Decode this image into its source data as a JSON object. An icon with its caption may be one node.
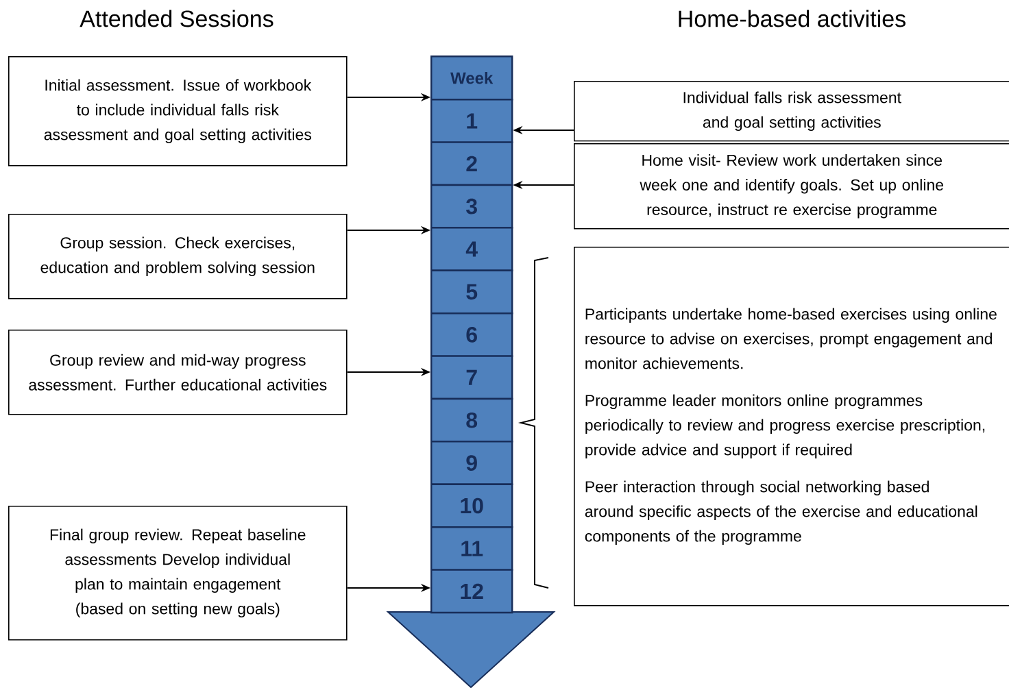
{
  "diagram": {
    "nodes": [
      {
        "text": [
          "Week"
        ]
      },
      {
        "text": [
          "1"
        ]
      },
      {
        "text": [
          "2"
        ]
      },
      {
        "text": [
          "3"
        ]
      },
      {
        "text": [
          "4"
        ]
      },
      {
        "text": [
          "5"
        ]
      },
      {
        "text": [
          "6"
        ]
      },
      {
        "text": [
          "7"
        ]
      },
      {
        "text": [
          "8"
        ]
      },
      {
        "text": [
          "9"
        ]
      },
      {
        "text": [
          "10"
        ]
      },
      {
        "text": [
          "11"
        ]
      },
      {
        "text": [
          "12"
        ]
      },
      {
        "text": [
          "Initial assessment. Issue of workbook to include individual falls risk assessment and goal setting activities"
        ]
      },
      {
        "text": [
          "Group session. Check exercises, education and problem solving session"
        ]
      },
      {
        "text": [
          "Group review and mid-way progress assessment. Further educational activities"
        ]
      },
      {
        "text": [
          "Final group review. Repeat baseline assessments Develop individual plan to maintain engagement (based on setting new goals)"
        ]
      },
      {
        "text": [
          "Individual falls risk assessment and goal setting activities"
        ]
      },
      {
        "text": [
          "Home visit- Review work undertaken since week one and identify goals. Set up online resource, instruct re exercise programme"
        ]
      },
      {
        "text": [
          "Participants undertake home-based exercises using online resource to advise on exercises, prompt engagement and monitor achievements.",
          "Programme leader monitors online programmes periodically to review and progress exercise prescription, provide advice and support if required",
          "Peer interaction through social networking based around specific aspects of the exercise and educational components of the programme"
        ]
      }
    ],
    "edges": [
      {
        "from": 13,
        "to": 1,
        "arrow": "to"
      },
      {
        "from": 14,
        "to": 4,
        "arrow": "to"
      },
      {
        "from": 15,
        "to": 7,
        "arrow": "to"
      },
      {
        "from": 16,
        "to": 12,
        "arrow": "to"
      },
      {
        "from": 17,
        "to": 1,
        "arrow": "to"
      },
      {
        "from": 18,
        "to": 3,
        "arrow": "to"
      }
    ],
    "labels": [
      "Attended Sessions",
      "Home-based activities"
    ]
  }
}
